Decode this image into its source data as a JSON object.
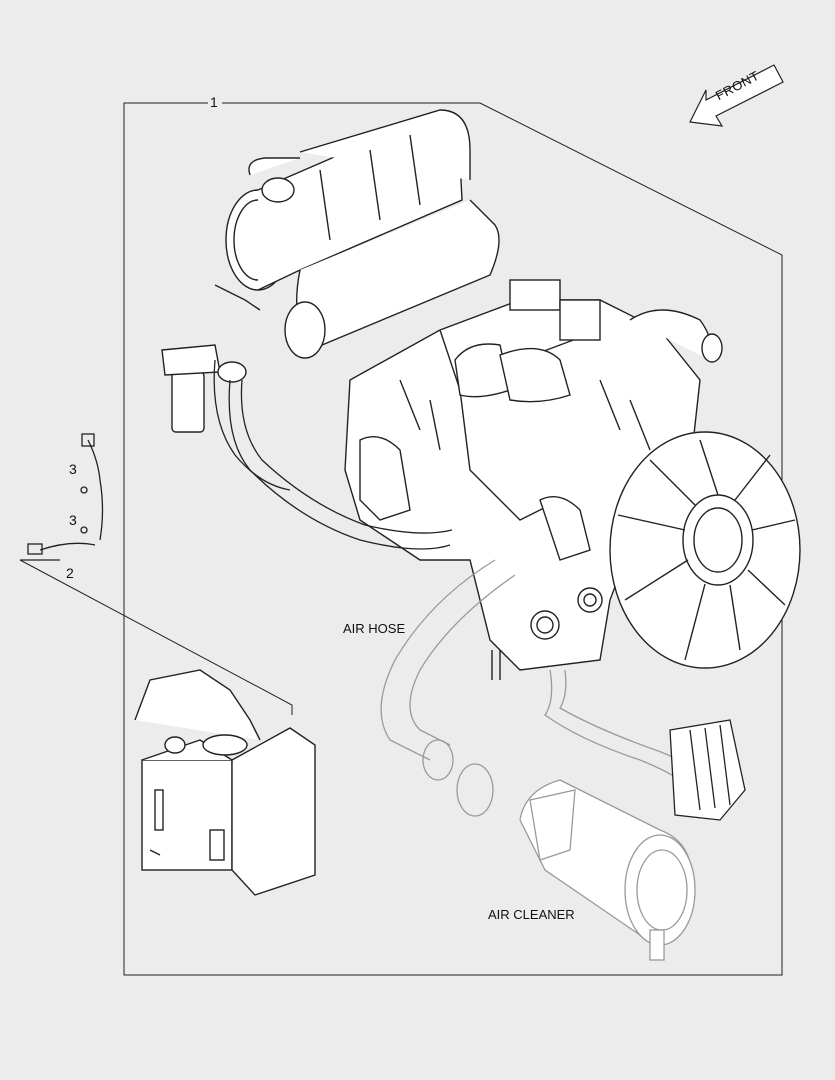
{
  "front_label": "FRONT",
  "callouts": {
    "main_assembly": "1",
    "harness": "2",
    "clip_upper": "3",
    "clip_lower": "3"
  },
  "labels": {
    "air_hose": "AIR HOSE",
    "air_cleaner": "AIR CLEANER"
  }
}
